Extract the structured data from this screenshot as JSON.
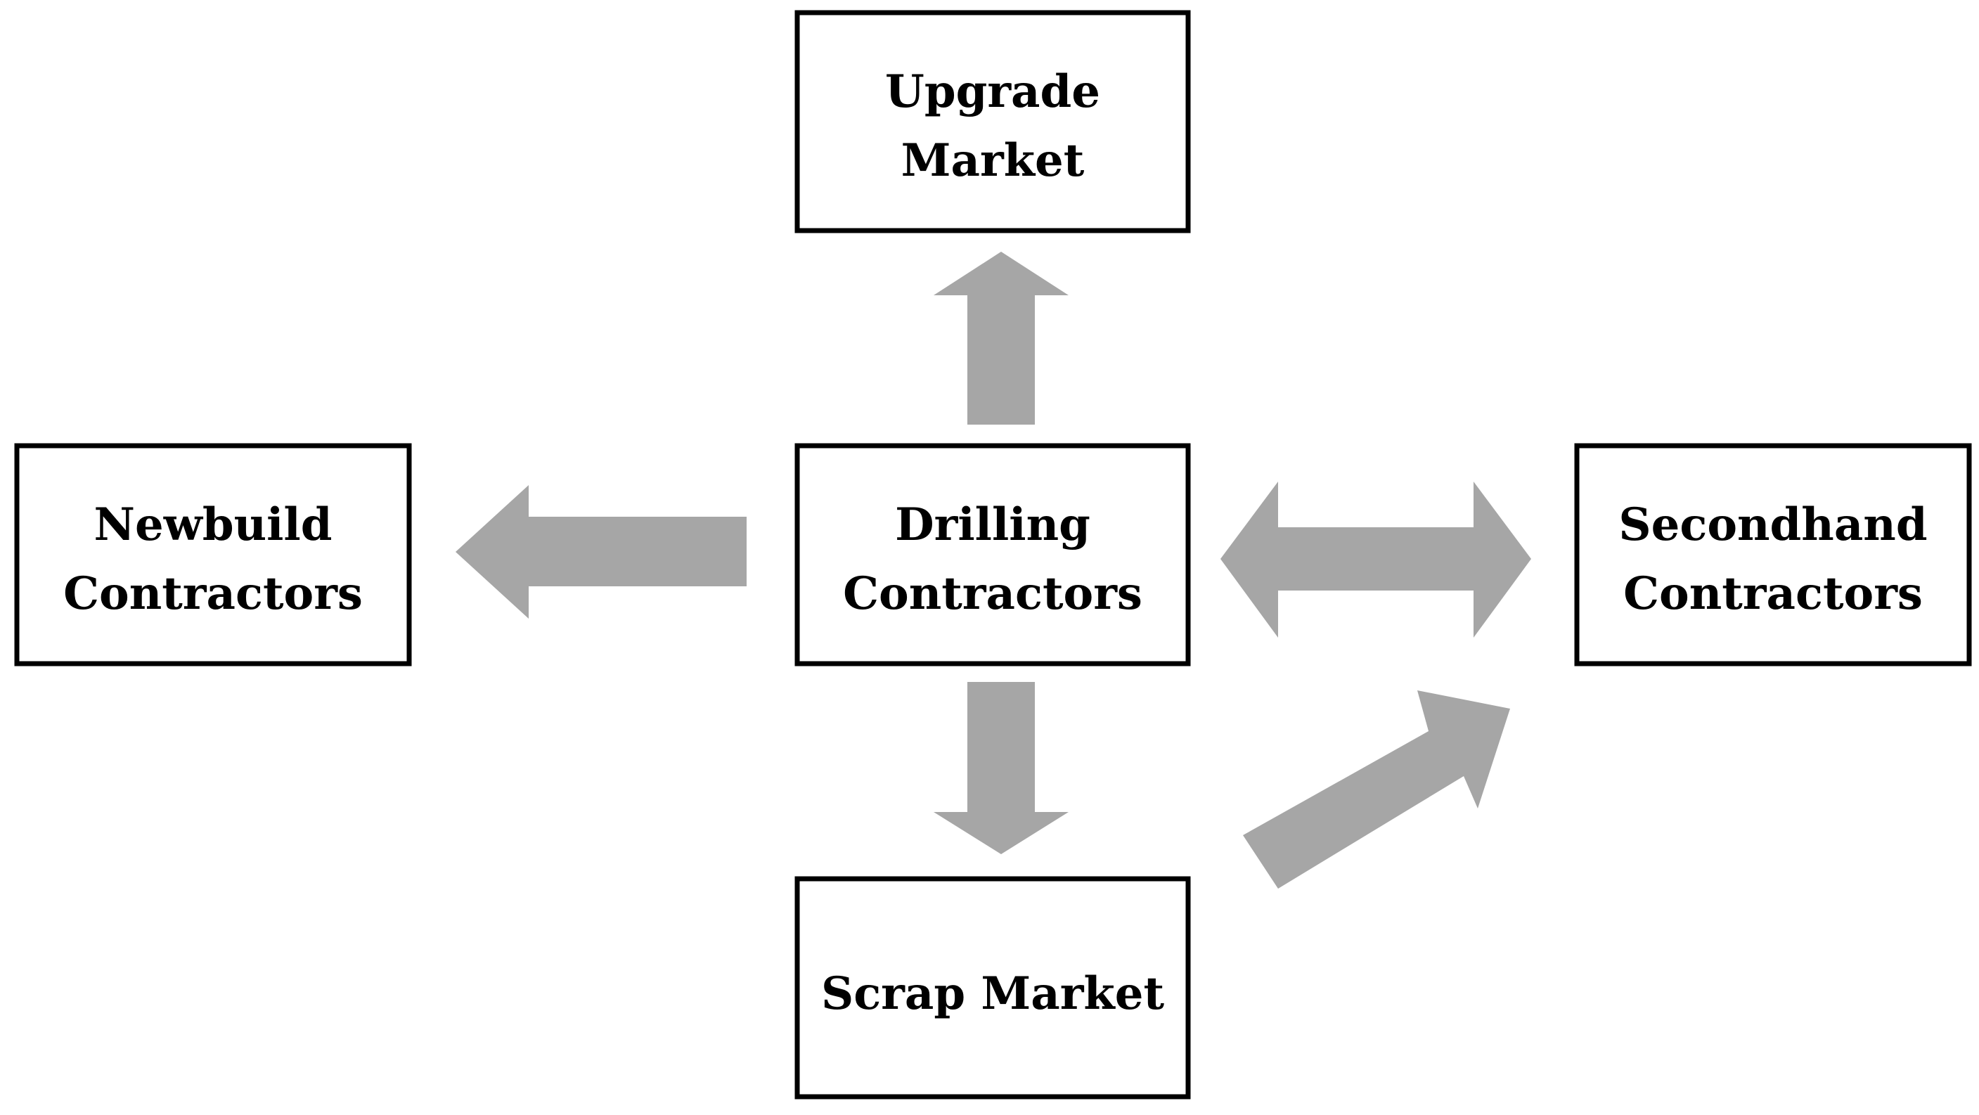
{
  "colors": {
    "arrow_fill": "#a6a6a6",
    "box_border": "#000000",
    "text": "#000000",
    "background": "#ffffff"
  },
  "nodes": {
    "upgrade": {
      "line1": "Upgrade",
      "line2": "Market"
    },
    "newbuild": {
      "line1": "Newbuild",
      "line2": "Contractors"
    },
    "drilling": {
      "line1": "Drilling",
      "line2": "Contractors"
    },
    "secondhand": {
      "line1": "Secondhand",
      "line2": "Contractors"
    },
    "scrap": {
      "line1": "Scrap Market"
    }
  },
  "edges": [
    {
      "from": "Drilling Contractors",
      "to": "Upgrade Market",
      "direction": "one-way"
    },
    {
      "from": "Drilling Contractors",
      "to": "Newbuild Contractors",
      "direction": "one-way"
    },
    {
      "from": "Drilling Contractors",
      "to": "Secondhand Contractors",
      "direction": "two-way"
    },
    {
      "from": "Drilling Contractors",
      "to": "Scrap Market",
      "direction": "one-way"
    },
    {
      "from": "Scrap Market",
      "to": "Secondhand Contractors",
      "direction": "one-way"
    }
  ]
}
